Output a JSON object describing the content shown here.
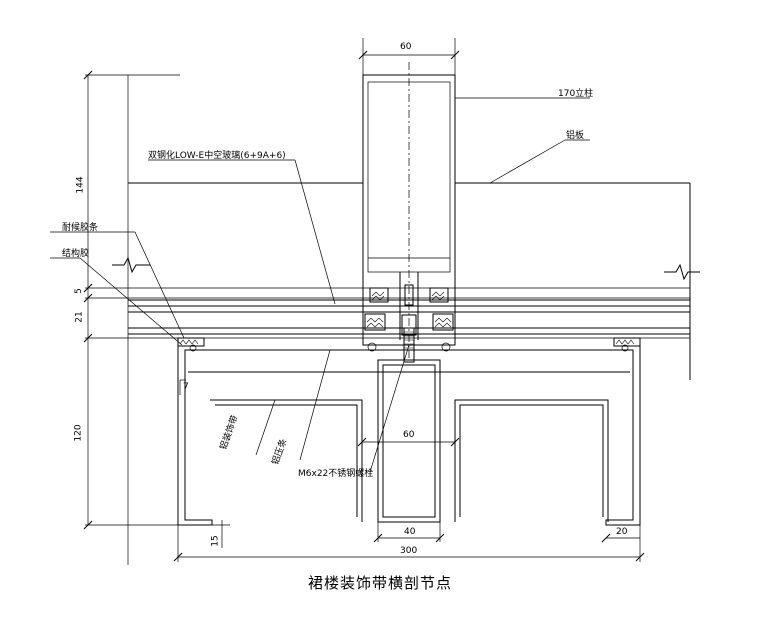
{
  "title": "裙楼装饰带横剖节点",
  "dimensions": {
    "top_width": "60",
    "left_144": "144",
    "left_5": "5",
    "left_21": "21",
    "left_120": "120",
    "left_7": "7",
    "bottom_15": "15",
    "bottom_300": "300",
    "bottom_40": "40",
    "bottom_20": "20",
    "mid_60": "60"
  },
  "labels": {
    "vertical_frame": "170立柱",
    "aluminum_panel": "铝板",
    "glass": "双钢化LOW-E中空玻璃(6+9A+6)",
    "sealant_top": "耐候胶条",
    "sealant": "结构胶",
    "trim_strip": "铝装饰带",
    "clip": "铝压条",
    "bolt": "M6x22不锈钢螺栓"
  }
}
